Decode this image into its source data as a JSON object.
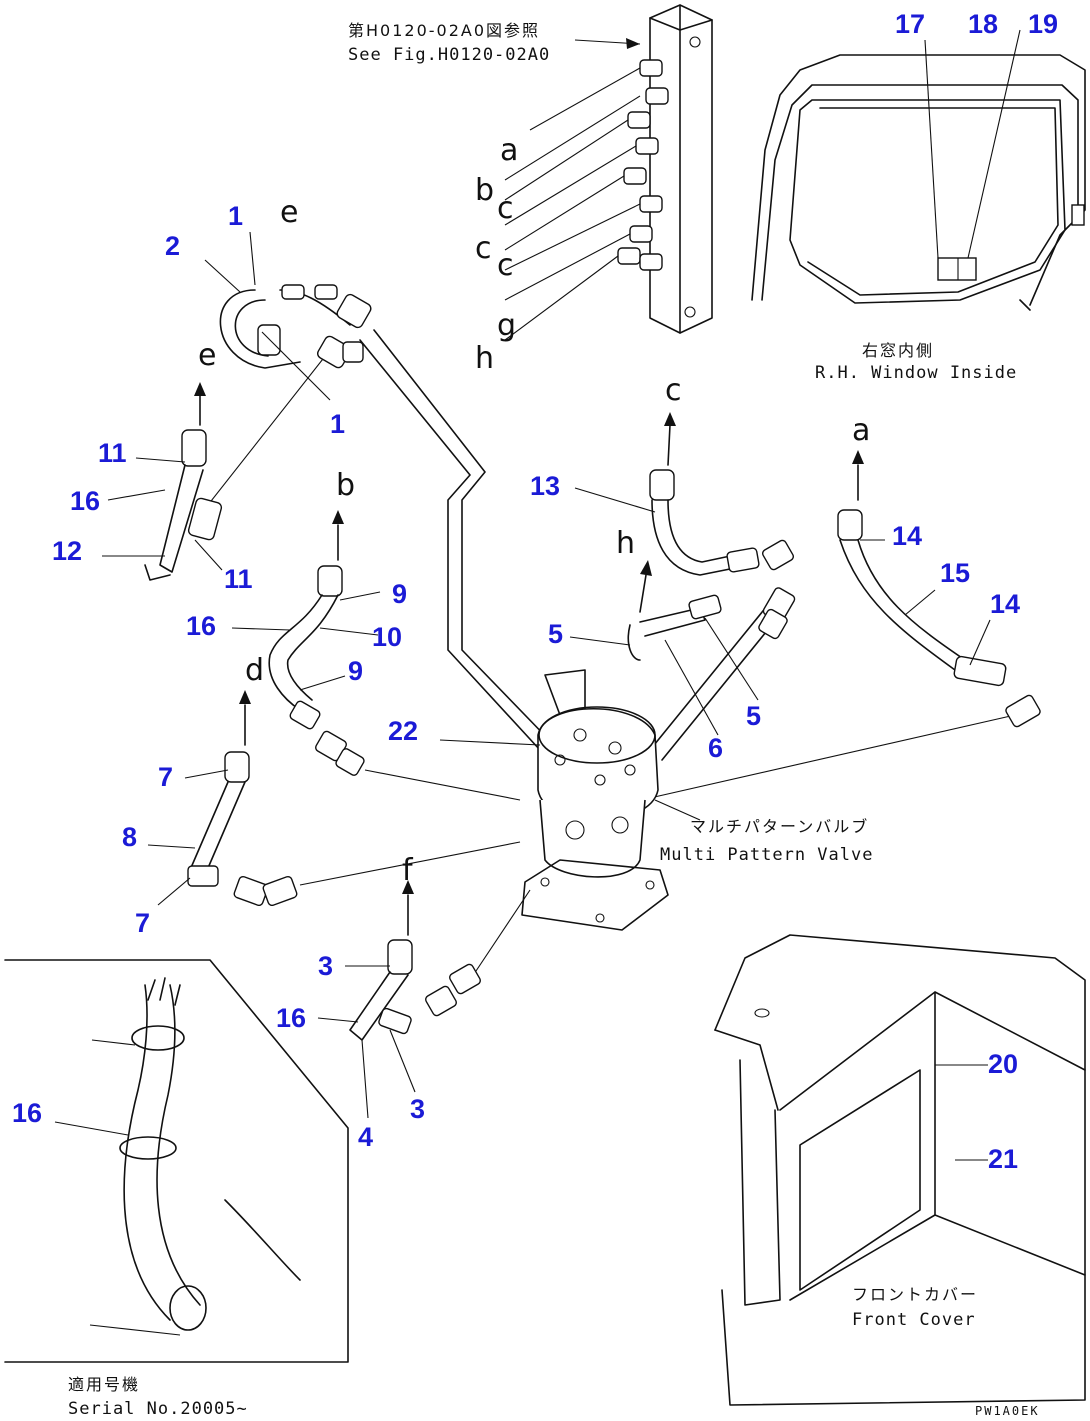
{
  "references": {
    "top_ref_jp": "第H0120-02A0図参照",
    "top_ref_en": "See Fig.H0120-02A0",
    "window_jp": "右窓内側",
    "window_en": "R.H. Window Inside",
    "valve_jp": "マルチパターンバルブ",
    "valve_en": "Multi Pattern Valve",
    "front_cover_jp": "フロントカバー",
    "front_cover_en": "Front Cover",
    "serial_jp": "適用号機",
    "serial_en": "Serial No.20005~",
    "drawing_code": "PW1A0EK"
  },
  "port_letters": {
    "a": "a",
    "b": "b",
    "c": "c",
    "d": "d",
    "e": "e",
    "f": "f",
    "g": "g",
    "h": "h"
  },
  "callouts": {
    "n1": "1",
    "n2": "2",
    "n3": "3",
    "n4": "4",
    "n5": "5",
    "n6": "6",
    "n7": "7",
    "n8": "8",
    "n9": "9",
    "n10": "10",
    "n11": "11",
    "n12": "12",
    "n13": "13",
    "n14": "14",
    "n15": "15",
    "n16": "16",
    "n17": "17",
    "n18": "18",
    "n19": "19",
    "n20": "20",
    "n21": "21",
    "n22": "22"
  },
  "colors": {
    "callout": "#1b1bd6",
    "line": "#111111"
  }
}
